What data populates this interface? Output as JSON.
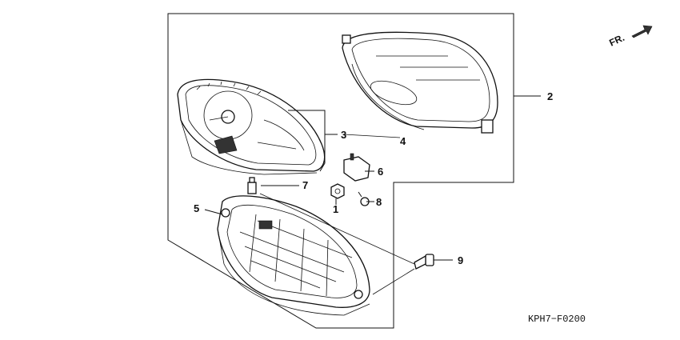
{
  "direction_label": "FR.",
  "diagram_code": "KPH7−F0200",
  "callouts": {
    "c1": "1",
    "c2": "2",
    "c3": "3",
    "c4": "4",
    "c5": "5",
    "c6": "6",
    "c7": "7",
    "c8": "8",
    "c9": "9"
  },
  "icons": {
    "direction": "arrow-icon"
  }
}
